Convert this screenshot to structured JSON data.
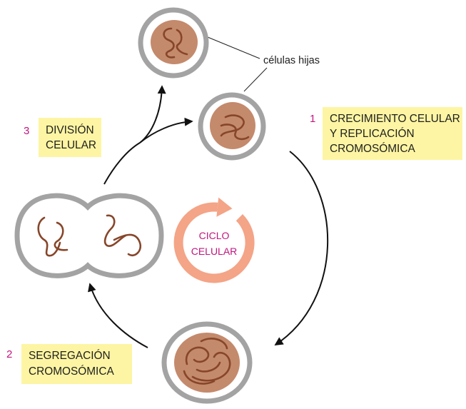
{
  "labels": {
    "daughter_cells": "células hijas"
  },
  "stages": [
    {
      "number": "1",
      "lines": [
        "CRECIMIENTO CELULAR",
        "Y REPLICACIÓN",
        "CROMOSÓMICA"
      ]
    },
    {
      "number": "2",
      "lines": [
        "SEGREGACIÓN",
        "CROMOSÓMICA"
      ]
    },
    {
      "number": "3",
      "lines": [
        "DIVISIÓN",
        "CELULAR"
      ]
    }
  ],
  "center": {
    "lines": [
      "CICLO",
      "CELULAR"
    ]
  },
  "colors": {
    "highlight": "#fdf5a3",
    "stage_number": "#c2157f",
    "cycle_arrow": "#f4a487",
    "cell_membrane": "#a3a3a3",
    "nucleus": "#c48a6c",
    "chromosome": "#87462a",
    "arrow": "#111111"
  }
}
